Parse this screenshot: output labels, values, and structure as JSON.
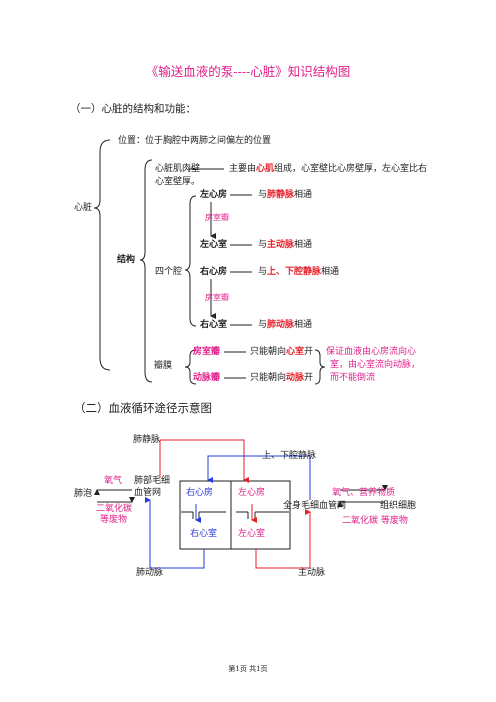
{
  "title": "《输送血液的泵----心脏》知识结构图",
  "section1": {
    "heading": "（一）心脏的结构和功能：",
    "root": "心脏",
    "position": "位置：位于胸腔中两肺之间偏左的位置",
    "structure": "结构",
    "muscle_label": "心脏肌肉壁",
    "muscle_label2": "心室壁厚。",
    "muscle_desc_pre": "主要由",
    "muscle_desc_key": "心肌",
    "muscle_desc_post": "组成，心室壁比心房壁厚，左心室比右",
    "four_chambers": "四个腔",
    "left_atrium": "左心房",
    "left_atrium_desc_pre": "与",
    "left_atrium_desc_key": "肺静脉",
    "left_atrium_desc_post": "相通",
    "av_valve_1": "房室瓣",
    "left_ventricle": "左心室",
    "left_ventricle_desc_pre": "与",
    "left_ventricle_desc_key": "主动脉",
    "left_ventricle_desc_post": "相通",
    "right_atrium": "右心房",
    "right_atrium_desc_pre": "与",
    "right_atrium_desc_key": "上、下腔静脉",
    "right_atrium_desc_post": "相通",
    "av_valve_2": "房室瓣",
    "right_ventricle": "右心室",
    "right_ventricle_desc_pre": "与",
    "right_ventricle_desc_key": "肺动脉",
    "right_ventricle_desc_post": "相通",
    "valves": "瓣膜",
    "valve1": "房室瓣",
    "valve1_desc_pre": "只能朝向",
    "valve1_desc_key": "心室",
    "valve1_desc_post": "开",
    "valve2": "动脉瓣",
    "valve2_desc_pre": "只能朝向",
    "valve2_desc_key": "动脉",
    "valve2_desc_post": "开",
    "valve_note": [
      "保证血液由心房流向心",
      "室，由心室流向动脉，",
      "而不能倒流"
    ]
  },
  "section2": {
    "heading": "（二）血液循环途径示意图",
    "pulmonary_vein": "肺静脉",
    "vena_cava": "上、下腔静脉",
    "lung": "肺泡",
    "oxygen_left": "氧气",
    "co2_left": "二氧化碳",
    "waste_left": "等废物",
    "pulmonary_capillary_1": "肺部毛细",
    "pulmonary_capillary_2": "血管网",
    "ra": "右心房",
    "la": "左心房",
    "rv": "右心室",
    "lv": "左心室",
    "systemic_capillary": "全身毛细血管网",
    "tissue_cell": "组织细胞",
    "oxygen_right": "氧气、营养物质",
    "co2_right": "二氧化碳 等废物",
    "pulmonary_artery": "肺动脉",
    "aorta": "主动脉"
  },
  "footer": "第1页    共1页",
  "colors": {
    "title": "#e0208a",
    "red": "#e8202a",
    "blue": "#2a3adf",
    "magenta": "#e0208a"
  }
}
